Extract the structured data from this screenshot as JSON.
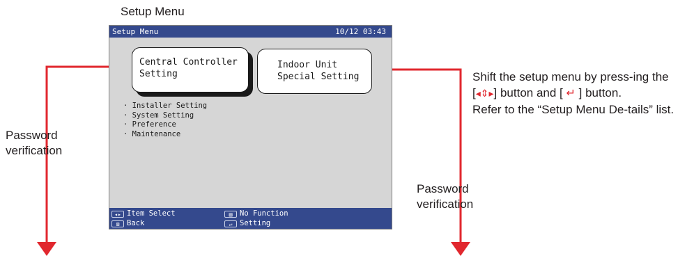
{
  "figure": {
    "title": "Setup Menu",
    "left_note": "Password verification",
    "right_note": "Password verification",
    "instruction": {
      "prefix": "Shift the setup menu by press-ing the [",
      "dpad_glyph": "◂⇕▸",
      "middle": "] button and [ ",
      "enter_glyph": "↵",
      "suffix": " ] button.",
      "reference": "Refer to the “Setup Menu De-tails” list."
    },
    "arrow_color": "#e1272e"
  },
  "screen": {
    "title": "Setup Menu",
    "datetime": "10/12 03:43",
    "tiles": {
      "central_line1": "Central Controller",
      "central_line2": "Setting",
      "indoor_line1": "Indoor Unit",
      "indoor_line2": "Special Setting"
    },
    "submenu": [
      "Installer Setting",
      "System Setting",
      "Preference",
      "Maintenance"
    ],
    "footer": {
      "item_select": "Item Select",
      "back": "Back",
      "no_function": "No Function",
      "setting": "Setting"
    },
    "colors": {
      "titlebar": "#34498d",
      "body": "#d6d6d6"
    }
  }
}
